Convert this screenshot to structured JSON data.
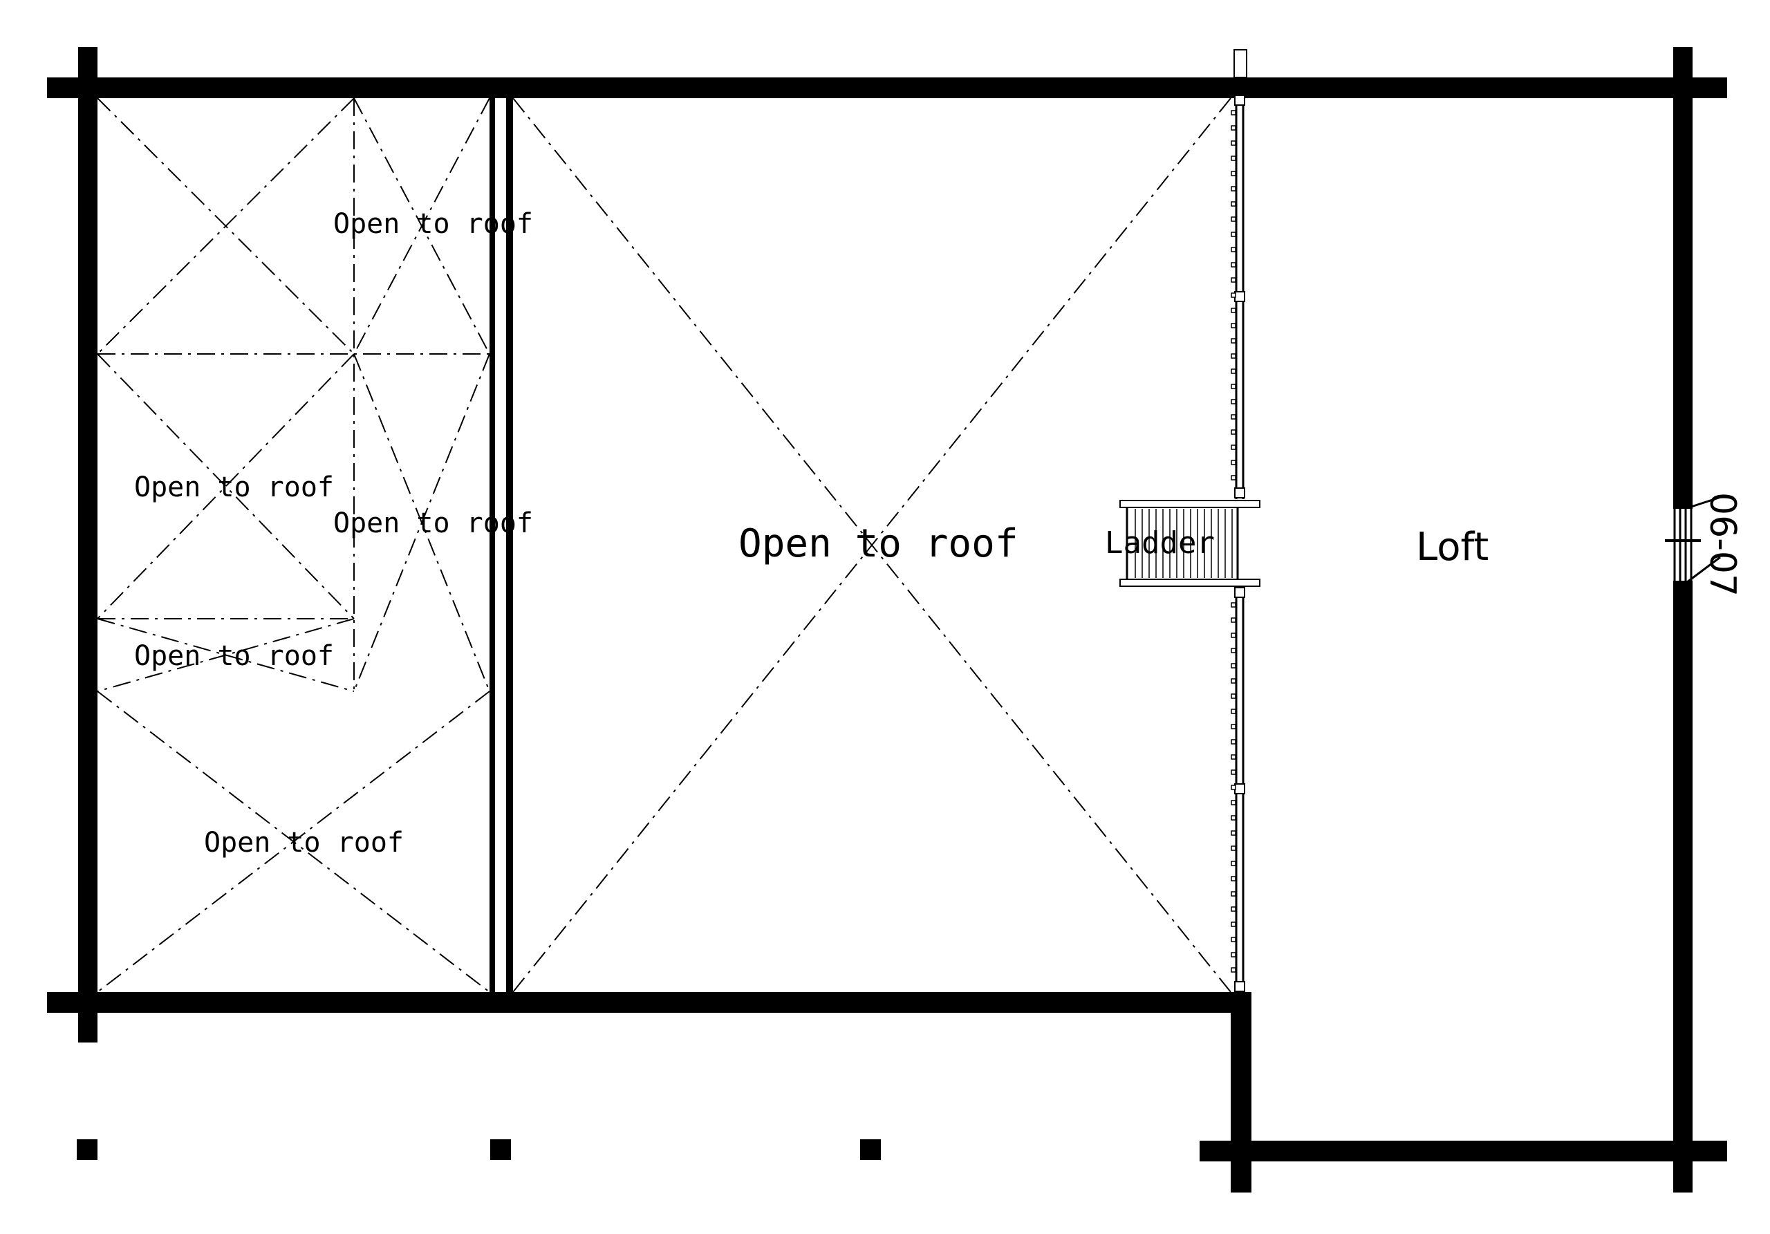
{
  "labels": {
    "open_to_roof_top": "Open to roof",
    "open_to_roof_mid_left": "Open to roof",
    "open_to_roof_mid_right": "Open to roof",
    "open_to_roof_small": "Open to roof",
    "open_to_roof_bottom": "Open to roof",
    "open_to_roof_main": "Open to roof",
    "ladder": "Ladder",
    "loft": "Loft",
    "window_code": "06-07"
  }
}
